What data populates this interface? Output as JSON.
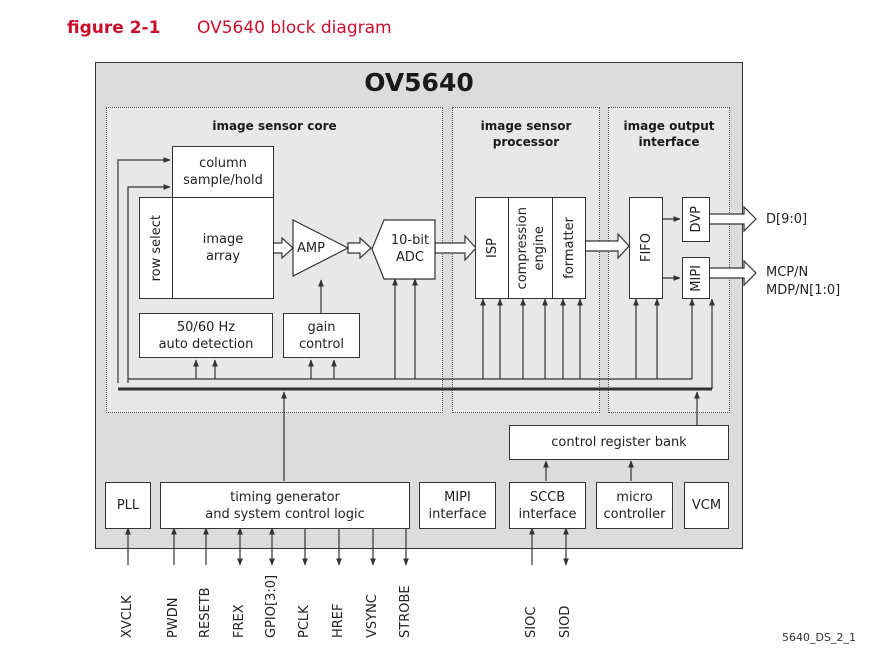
{
  "figure": {
    "number": "figure 2-1",
    "caption": "OV5640 block diagram",
    "doc_id": "5640_DS_2_1"
  },
  "colors": {
    "accent": "#c8102e",
    "chip_fill": "#dcdcdc",
    "section_fill": "#e8e8e8",
    "block_fill": "#ffffff",
    "line": "#333333"
  },
  "chip": {
    "title": "OV5640"
  },
  "sections": {
    "sensor_core": "image sensor core",
    "isp": "image sensor\nprocessor",
    "output": "image output\ninterface"
  },
  "blocks": {
    "column": "column\nsample/hold",
    "row_select": "row select",
    "image_array": "image\narray",
    "amp": "AMP",
    "adc": "10-bit\nADC",
    "isp": "ISP",
    "compression": "compression\nengine",
    "formatter": "formatter",
    "fifo": "FIFO",
    "dvp": "DVP",
    "mipi": "MIPI",
    "auto_detect": "50/60 Hz\nauto detection",
    "gain": "gain\ncontrol",
    "ctrl_reg": "control register bank",
    "pll": "PLL",
    "timing": "timing generator\nand system control logic",
    "mipi_if": "MIPI\ninterface",
    "sccb": "SCCB\ninterface",
    "micro": "micro\ncontroller",
    "vcm": "VCM"
  },
  "outputs": {
    "dvp": "D[9:0]",
    "mipi_1": "MCP/N",
    "mipi_2": "MDP/N[1:0]"
  },
  "pins": [
    "XVCLK",
    "PWDN",
    "RESETB",
    "FREX",
    "GPIO[3:0]",
    "PCLK",
    "HREF",
    "VSYNC",
    "STROBE",
    "SIOC",
    "SIOD"
  ]
}
